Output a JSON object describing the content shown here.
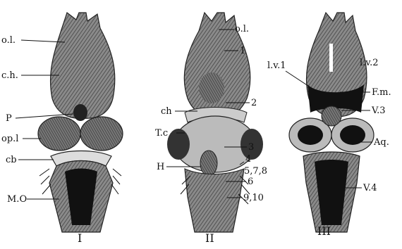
{
  "figures": [
    {
      "numeral": "I",
      "labels": [
        "o.l.",
        "c.h.",
        "P",
        "op.l",
        "cb",
        "M.O"
      ]
    },
    {
      "numeral": "II",
      "labels": [
        "o.l.",
        "1",
        "ch",
        "2",
        "T.c",
        "3",
        "H",
        "4",
        "5,7,8",
        "6",
        "9,10"
      ]
    },
    {
      "numeral": "III",
      "labels": [
        "l.v.1",
        "l.v.2",
        "F.m.",
        "V.3",
        "Aq.",
        "V.4"
      ]
    }
  ]
}
